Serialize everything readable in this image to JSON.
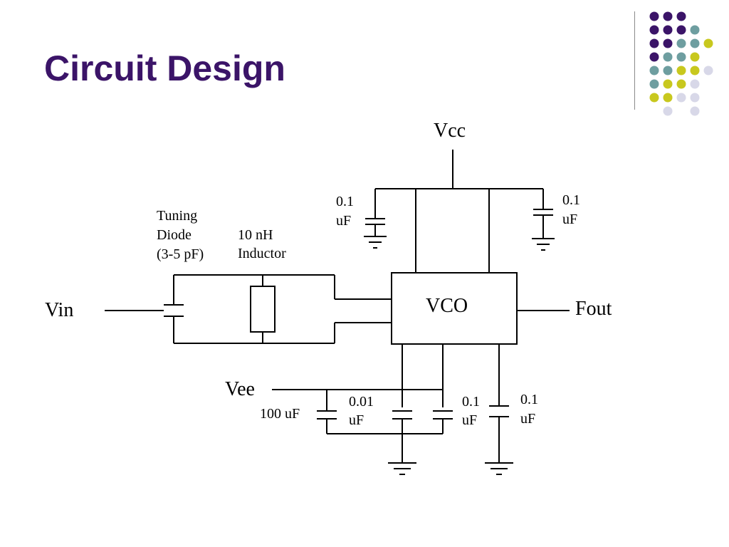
{
  "slide": {
    "title": "Circuit Design",
    "colors": {
      "title": "#3b1468",
      "purple": "#3b1468",
      "teal": "#6e9ea0",
      "yellow": "#c8c81e",
      "lavender": "#d8d8e8"
    }
  },
  "schematic": {
    "vcc": "Vcc",
    "vee": "Vee",
    "vin": "Vin",
    "fout": "Fout",
    "vco": "VCO",
    "tuning_diode": [
      "Tuning",
      "Diode",
      "(3-5 pF)"
    ],
    "inductor": [
      "10 nH",
      "Inductor"
    ],
    "cap_top_left": [
      "0.1",
      "uF"
    ],
    "cap_top_right": [
      "0.1",
      "uF"
    ],
    "cap_100uf": "100 uF",
    "cap_001": [
      "0.01",
      "uF"
    ],
    "cap_bot_01": [
      "0.1",
      "uF"
    ],
    "cap_bot_right": [
      "0.1",
      "uF"
    ]
  }
}
